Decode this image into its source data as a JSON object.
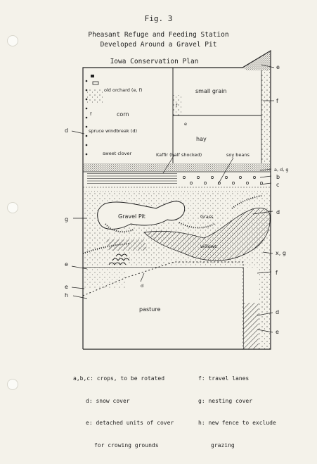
{
  "header": {
    "figure": "Fig. 3",
    "title_line1": "Pheasant Refuge and Feeding Station",
    "title_line2": "Developed Around a Gravel Pit",
    "plan": "Iowa Conservation Plan"
  },
  "areas": {
    "old_orchard": "old orchard (e, f)",
    "small_grain": "small grain",
    "corn": "corn",
    "hay": "hay",
    "spruce": "spruce windbreak (d)",
    "sweet_clover": "sweet clover",
    "kaffir": "Kaffir (half shocked)",
    "soy_beans": "soy beans",
    "gravel_pit": "Gravel Pit",
    "grass": "Grass",
    "willows": "willows",
    "pasture": "pasture"
  },
  "map_letters": {
    "f_orchard": "f",
    "f_grain": "f",
    "e_hay": "e",
    "d_bottom": "d"
  },
  "side_labels": {
    "e_top": "e",
    "f_right": "f",
    "d_left": "d",
    "abc": "a, d, g",
    "b": "b",
    "c": "c",
    "d_right": "d",
    "g_left": "g",
    "xg": "x, g",
    "e_left1": "e",
    "e_left2": "e",
    "h_left": "h",
    "f_lower": "f",
    "d_low": "d",
    "e_low": "e"
  },
  "legend": {
    "l1": "a,b,c: crops, to be rotated",
    "l2": "d: snow cover",
    "l3": "e: detached units of cover",
    "l4": "for crowing grounds",
    "r1": "f: travel lanes",
    "r2": "g: nesting cover",
    "r3": "h: new fence to exclude",
    "r4": "grazing"
  }
}
